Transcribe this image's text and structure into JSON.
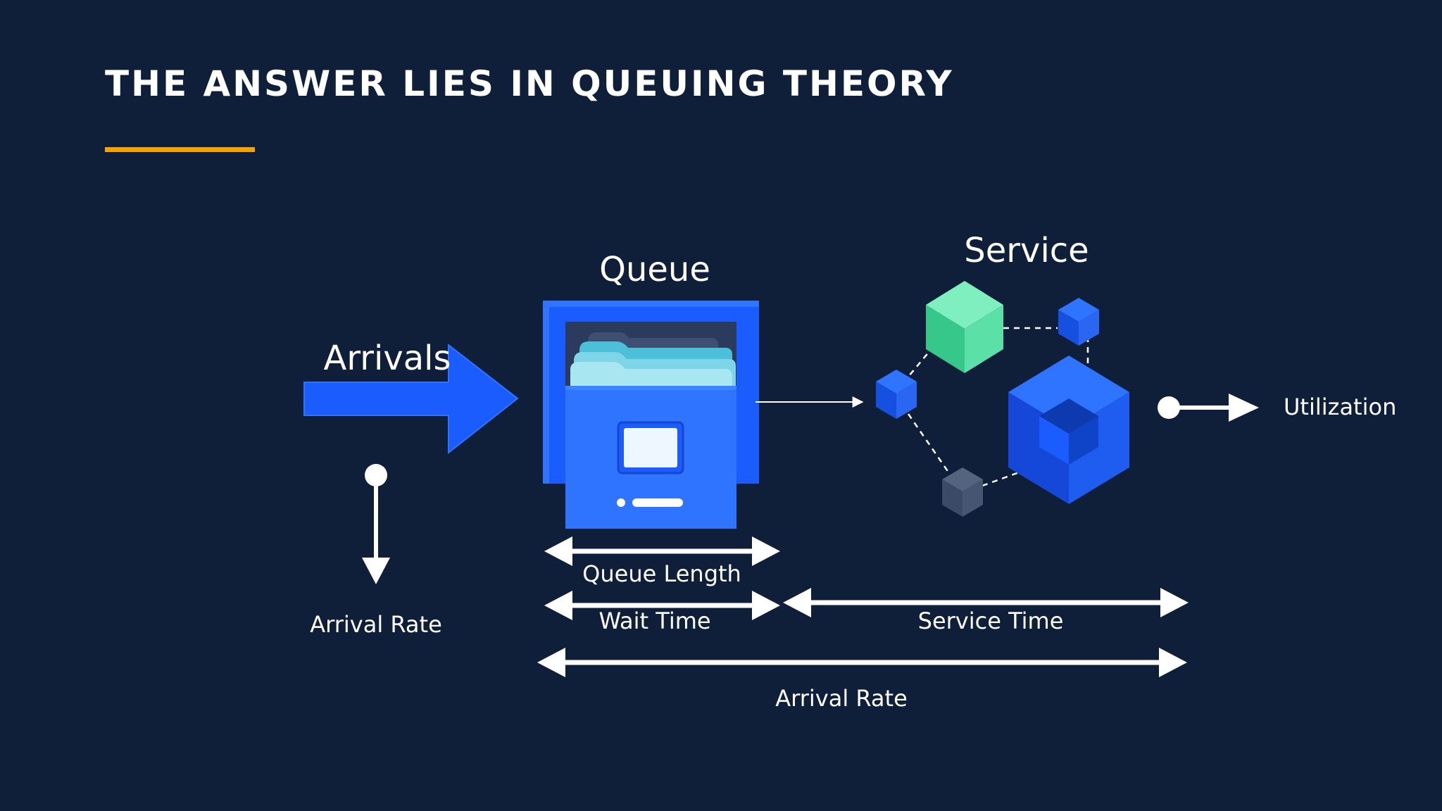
{
  "slide": {
    "title": "THE ANSWER LIES IN QUEUING THEORY"
  },
  "labels": {
    "arrivals": "Arrivals",
    "queue": "Queue",
    "service": "Service",
    "utilization": "Utilization",
    "arrival_rate_left": "Arrival Rate",
    "queue_length": "Queue Length",
    "wait_time": "Wait Time",
    "service_time": "Service Time",
    "arrival_rate_bottom": "Arrival Rate"
  },
  "colors": {
    "background": "#0f1f3a",
    "accent_underline": "#f5a300",
    "primary_blue": "#1a5cff",
    "cube_green": "#4fe0a0",
    "cube_grey": "#3b4a66",
    "arrow_white": "#ffffff"
  },
  "icons": {
    "arrivals_arrow": "arrow-right-icon",
    "queue": "file-cabinet-icon",
    "service": "cube-network-icon"
  }
}
